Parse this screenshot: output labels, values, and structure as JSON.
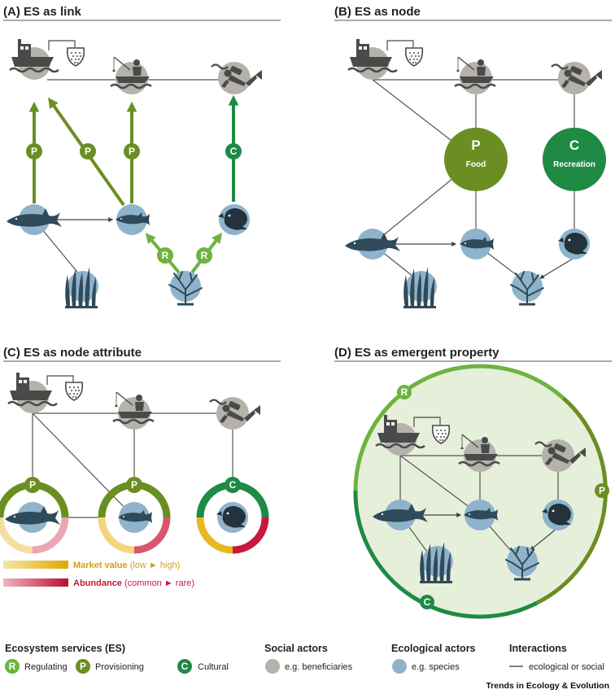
{
  "panels": {
    "a": {
      "title": "(A) ES as link"
    },
    "b": {
      "title": "(B) ES as node",
      "node_p_letter": "P",
      "node_p_label": "Food",
      "node_c_letter": "C",
      "node_c_label": "Recreation"
    },
    "c": {
      "title": "(C) ES as node attribute",
      "market_value_label": "Market value",
      "market_value_range": "(low ► high)",
      "abundance_label": "Abundance",
      "abundance_range": "(common ► rare)"
    },
    "d": {
      "title": "(D) ES as emergent property"
    }
  },
  "es_letters": {
    "regulating": "R",
    "provisioning": "P",
    "cultural": "C"
  },
  "legend": {
    "es_head": "Ecosystem services (ES)",
    "regulating": "Regulating",
    "provisioning": "Provisioning",
    "cultural": "Cultural",
    "social_head": "Social actors",
    "social_item": "e.g. beneficiaries",
    "eco_head": "Ecological actors",
    "eco_item": "e.g. species",
    "inter_head": "Interactions",
    "inter_item": "ecological or social"
  },
  "credit": "Trends in Ecology & Evolution",
  "colors": {
    "regulating": "#6cb43f",
    "provisioning": "#6b8e23",
    "cultural": "#1e8a44",
    "social_actor": "#b5b1ab",
    "ecological_actor": "#8fb3cb",
    "market_value": "#e8b820",
    "abundance": "#c8183c",
    "emergent_fill": "#e6efd9"
  },
  "icons": [
    "fishing-boat-icon",
    "angler-boat-icon",
    "diver-icon",
    "shark-icon",
    "fish-icon",
    "reef-fish-icon",
    "kelp-icon",
    "coral-icon",
    "net-icon"
  ]
}
